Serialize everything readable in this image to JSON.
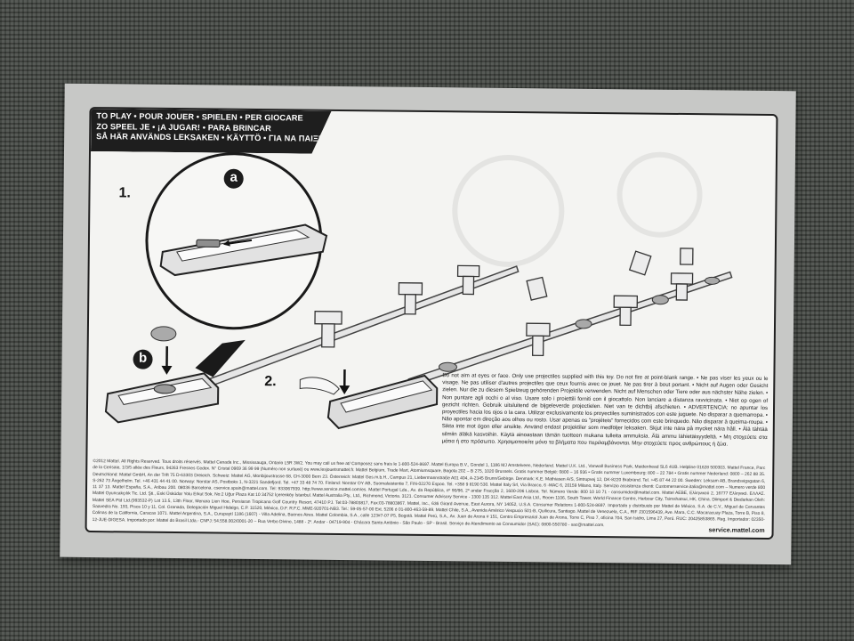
{
  "header": {
    "lines": [
      "TO PLAY • POUR JOUER • SPIELEN • PER GIOCARE",
      "ZO SPEEL JE • ¡A JUGAR! • PARA BRINCAR",
      "SÅ HÄR ANVÄNDS LEKSAKEN • KÄYTTÖ • ΓΙΑ ΝΑ ΠΑΙΞΕΤΕ"
    ]
  },
  "steps": {
    "step1": "1.",
    "step2": "2."
  },
  "callouts": {
    "a": "a",
    "b": "b"
  },
  "warning_text": "Do not aim at eyes or face. Only use projectiles supplied with this toy. Do not fire at point-blank range. • Ne pas viser les yeux ou le visage. Ne pas utiliser d'autres projectiles que ceux fournis avec ce jouet. Ne pas tirer à bout portant. • Nicht auf Augen oder Gesicht zielen. Nur die zu diesem Spielzeug gehörenden Projektile verwenden. Nicht auf Menschen oder Tiere oder aus nächster Nähe zielen. • Non puntare agli occhi o al viso. Usare solo i proiettili forniti con il giocattolo. Non lanciare a distanza ravvicinata. • Niet op ogen of gezicht richten. Gebruik uitsluitend de bijgeleverde projectielen. Niet van te dichtbij afschieten. • ADVERTENCIA: no apuntar los proyectiles hacia los ojos o la cara. Utilizar exclusivamente los proyectiles suministrados con este juguete. No disparar a quemarropa. • Não apontar em direção aos olhos ou rosto. Usar apenas os \"projéteis\" fornecidos com este brinquedo. Não disparar à queima-roupa. • Sikta inte mot ögon eller ansikte. Använd endast projektiler som medföljer leksaken. Skjut inte nära på mycket nära håll. • Älä tähtää silmiin äläkä kasvoihin. Käytä ainoastaan tämän tuotteen mukana tulleita ammuksia. Älä ammu lähietäisyydeltä. • Μη στοχεύετε στα μάτια ή στο πρόσωπο. Χρησιμοποιείτε μόνο τα βλήματα που περιλαμβάνονται. Μην στοχεύετε προς ανθρώπους ή ζώα.",
  "legal_text": "©2012 Mattel. All Rights Reserved. Tous droits réservés. Mattel Canada Inc., Mississauga, Ontario L5R 3W2. You may call us free at/ Composez sans frais le 1-800-524-8697. Mattel Europa B.V., Gondel 1, 1186 MJ Amstelveen, Nederland. Mattel U.K. Ltd., Vanwall Business Park, Maidenhead SL6 4UB. Helpline 01628 500303. Mattel France, Parc de la Cerisaie, 1/3/5 allée des Fleurs, 94263 Fresnes Cedex. N° Cristal 0969 36 99 99 (Numéro non surtaxé) ou www.lesjouetsmattel.fr. Mattel Belgium, Trade Mart, Atomiumsquare, Bogota 202 – B 275, 1020 Brussels. Gratis nummer België: 0800 – 16 936 • Gratis nummer Luxembourg: 800 – 22 784 • Gratis nummer Nederland: 0800 – 262 88 35. Deutschland: Mattel GmbH, An der Trift 75 D-63303 Dreieich. Schweiz: Mattel AG, Monbijoustrasse 68, CH-3000 Bern 23. Österreich: Mattel Ges.m.b.H., Campus 21, Liebermannstraße A01 404, A-2345 Brunn/Gebirge. Denmark: K.E. Mathiasen A/S, Sintrupvej 12, DK-8220 Brabrand. Tel. +45 87 44 22 00. Sweden: Leksam AB, Brandsvigsgatan 6, S-262 73 Ängelholm. Tel. +46 431 44 41 00. Norway: Norstar AS, Postboks 1, N-3221 Sandefjord. Tel. +47 33 48 74 70. Finland: Norstar OY AB, Suomalaistentie 7, FIN-02270 Espoo. Tel. +358 9 8190 530. Mattel Italy Srl, Via Bracco, 6 -MAC 6, 20159 Milano, Italy. Servizio assistenza clienti: Customerservice.italia@mattel.com – Numero verde 800 11 37 13. Mattel España, S.A., Aribau 200. 08036 Barcelona. cservice.spain@mattel.com. Tel: 933067939. http://www.service.mattel.com/es. Mattel Portugal Lda., Av. da República, nº 90/96, 2º andar Fracção 2, 1600-206 Lisboa. Tel. Número Verde: 800 10 10 71 - consumidor@mattel.com. Mattel AEBE, Ελληνικού 2, 16777 Ελληνικό. ΕΛΛΑΣ. Mattel Oyuncakçılık Tic. Ltd. Şti., Eski Üsküdar Yolu Erkut Sok. No:2 Uğur Plaza Kat 10 34752 İçerenköy İstanbul. Mattel Australia Pty., Ltd., Richmond, Victoria. 3121. Consumer Advisory Service - 1300 135 312. Mattel East Asia Ltd., Room 1106, South Tower, World Finance Centre, Harbour City, Tsimshatsui, HK, China. Diimport & Diedarkan Oleh: Mattel SEA Ptd Ltd.(993532-P) Lot 13.5, 13th Floor, Menara Lien Hoe, Persiaran Tropicana Golf Country Resort, 47410 PJ. Tel:03-78803817, Fax:03-78803867. Mattel, Inc., 636 Girard Avenue, East Aurora, NY 14052, U.S.A. Consumer Relations 1-800-524-8697. Importado y distribuido por Mattel de México, S.A. de C.V., Miguel de Cervantes Saavedra No. 193, Pisos 10 y 11, Col. Granada, Delegación Miguel Hidalgo, C.P. 11520, México, D.F. R.F.C. MME-920701-NB3. Tel.: 59-05-57-00 Ext. 5206 ó 01-800-463-59-89. Mattel Chile, S.A., Avenida Américo Vespucio 501-B, Quilicura, Santiago. Mattel de Venezuela, C.A., RIF J301596439, Ave. Mara, C.C. Macaracuay Plaza, Torre B, Piso 8, Colinas de la California, Caracas 1071. Mattel Argentina, S.A., Curupaytí 1186 (1607) - Villa Adelina, Buenos Aires. Mattel Colombia, S.A., calle 123#7-07 P5, Bogotá. Mattel Perú, S.A., Av. Juan de Arona # 151, Centro Empresarial Juan de Arona, Torre C, Piso 7, oficina 704, San Isidro, Lima 27, Perú. RUC: 20425853865. Reg. Importador: 02350-12-JUE-DIGESA. Importado por: Mattel do Brasil Ltda.- CNPJ: 54.558.002/0001-20 – Rua Verbo Divino, 1488 - 2º. Andar - 04719-904 - Chácara Santo Antônio - São Paulo - SP - Brasil. Serviço de Atendimento ao Consumidor (SAC): 0800-550780 - sac@mattel.com.",
  "website": "service.mattel.com"
}
